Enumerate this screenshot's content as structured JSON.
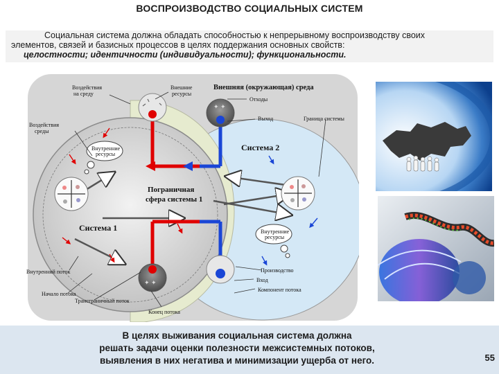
{
  "title": "ВОСПРОИЗВОДСТВО СОЦИАЛЬНЫХ СИСТЕМ",
  "intro": {
    "line1": "Социальная система должна обладать способностью к непрерывному воспроизводству своих",
    "line2": "элементов, связей и базисных процессов в целях поддержания основных свойств:",
    "line3": "целостности; идентичности (индивидуальности);  функциональности."
  },
  "diagram": {
    "env_title": "Внешняя (окружающая) среда",
    "env_impact_1": "Воздействия",
    "env_impact_2": "на среду",
    "env_effect_1": "Воздействия",
    "env_effect_2": "среды",
    "external_resources_1": "Внешние",
    "external_resources_2": "ресурсы",
    "waste": "Отходы",
    "output": "Выход",
    "system_boundary": "Граница системы",
    "internal_resources_1_a": "Внутренние",
    "internal_resources_1_b": "ресурсы",
    "system2": "Система 2",
    "border_zone_1": "Пограничная",
    "border_zone_2": "сфера системы 1",
    "internal_resources_2_a": "Внутренние",
    "internal_resources_2_b": "ресурсы",
    "system1": "Система 1",
    "internal_flow": "Внутренний поток",
    "production": "Производство",
    "input": "Вход",
    "flow_start": "Начало потока",
    "flow_component": "Компонент потока",
    "transborder_flow": "Трансграничный поток",
    "flow_end": "Конец потока",
    "colors": {
      "red": "#e00000",
      "blue": "#1a46d6",
      "yellow_zone": "#e6ebcf",
      "blue_zone": "#d4e8f6",
      "panel": "#d6d6d6"
    }
  },
  "conclusion": {
    "line1": "В целях выживания социальная система должна",
    "line2": "решать задачи оценки полезности межсистемных потоков,",
    "line3": "выявления в них негатива и минимизации ущерба от него."
  },
  "page_number": "55"
}
